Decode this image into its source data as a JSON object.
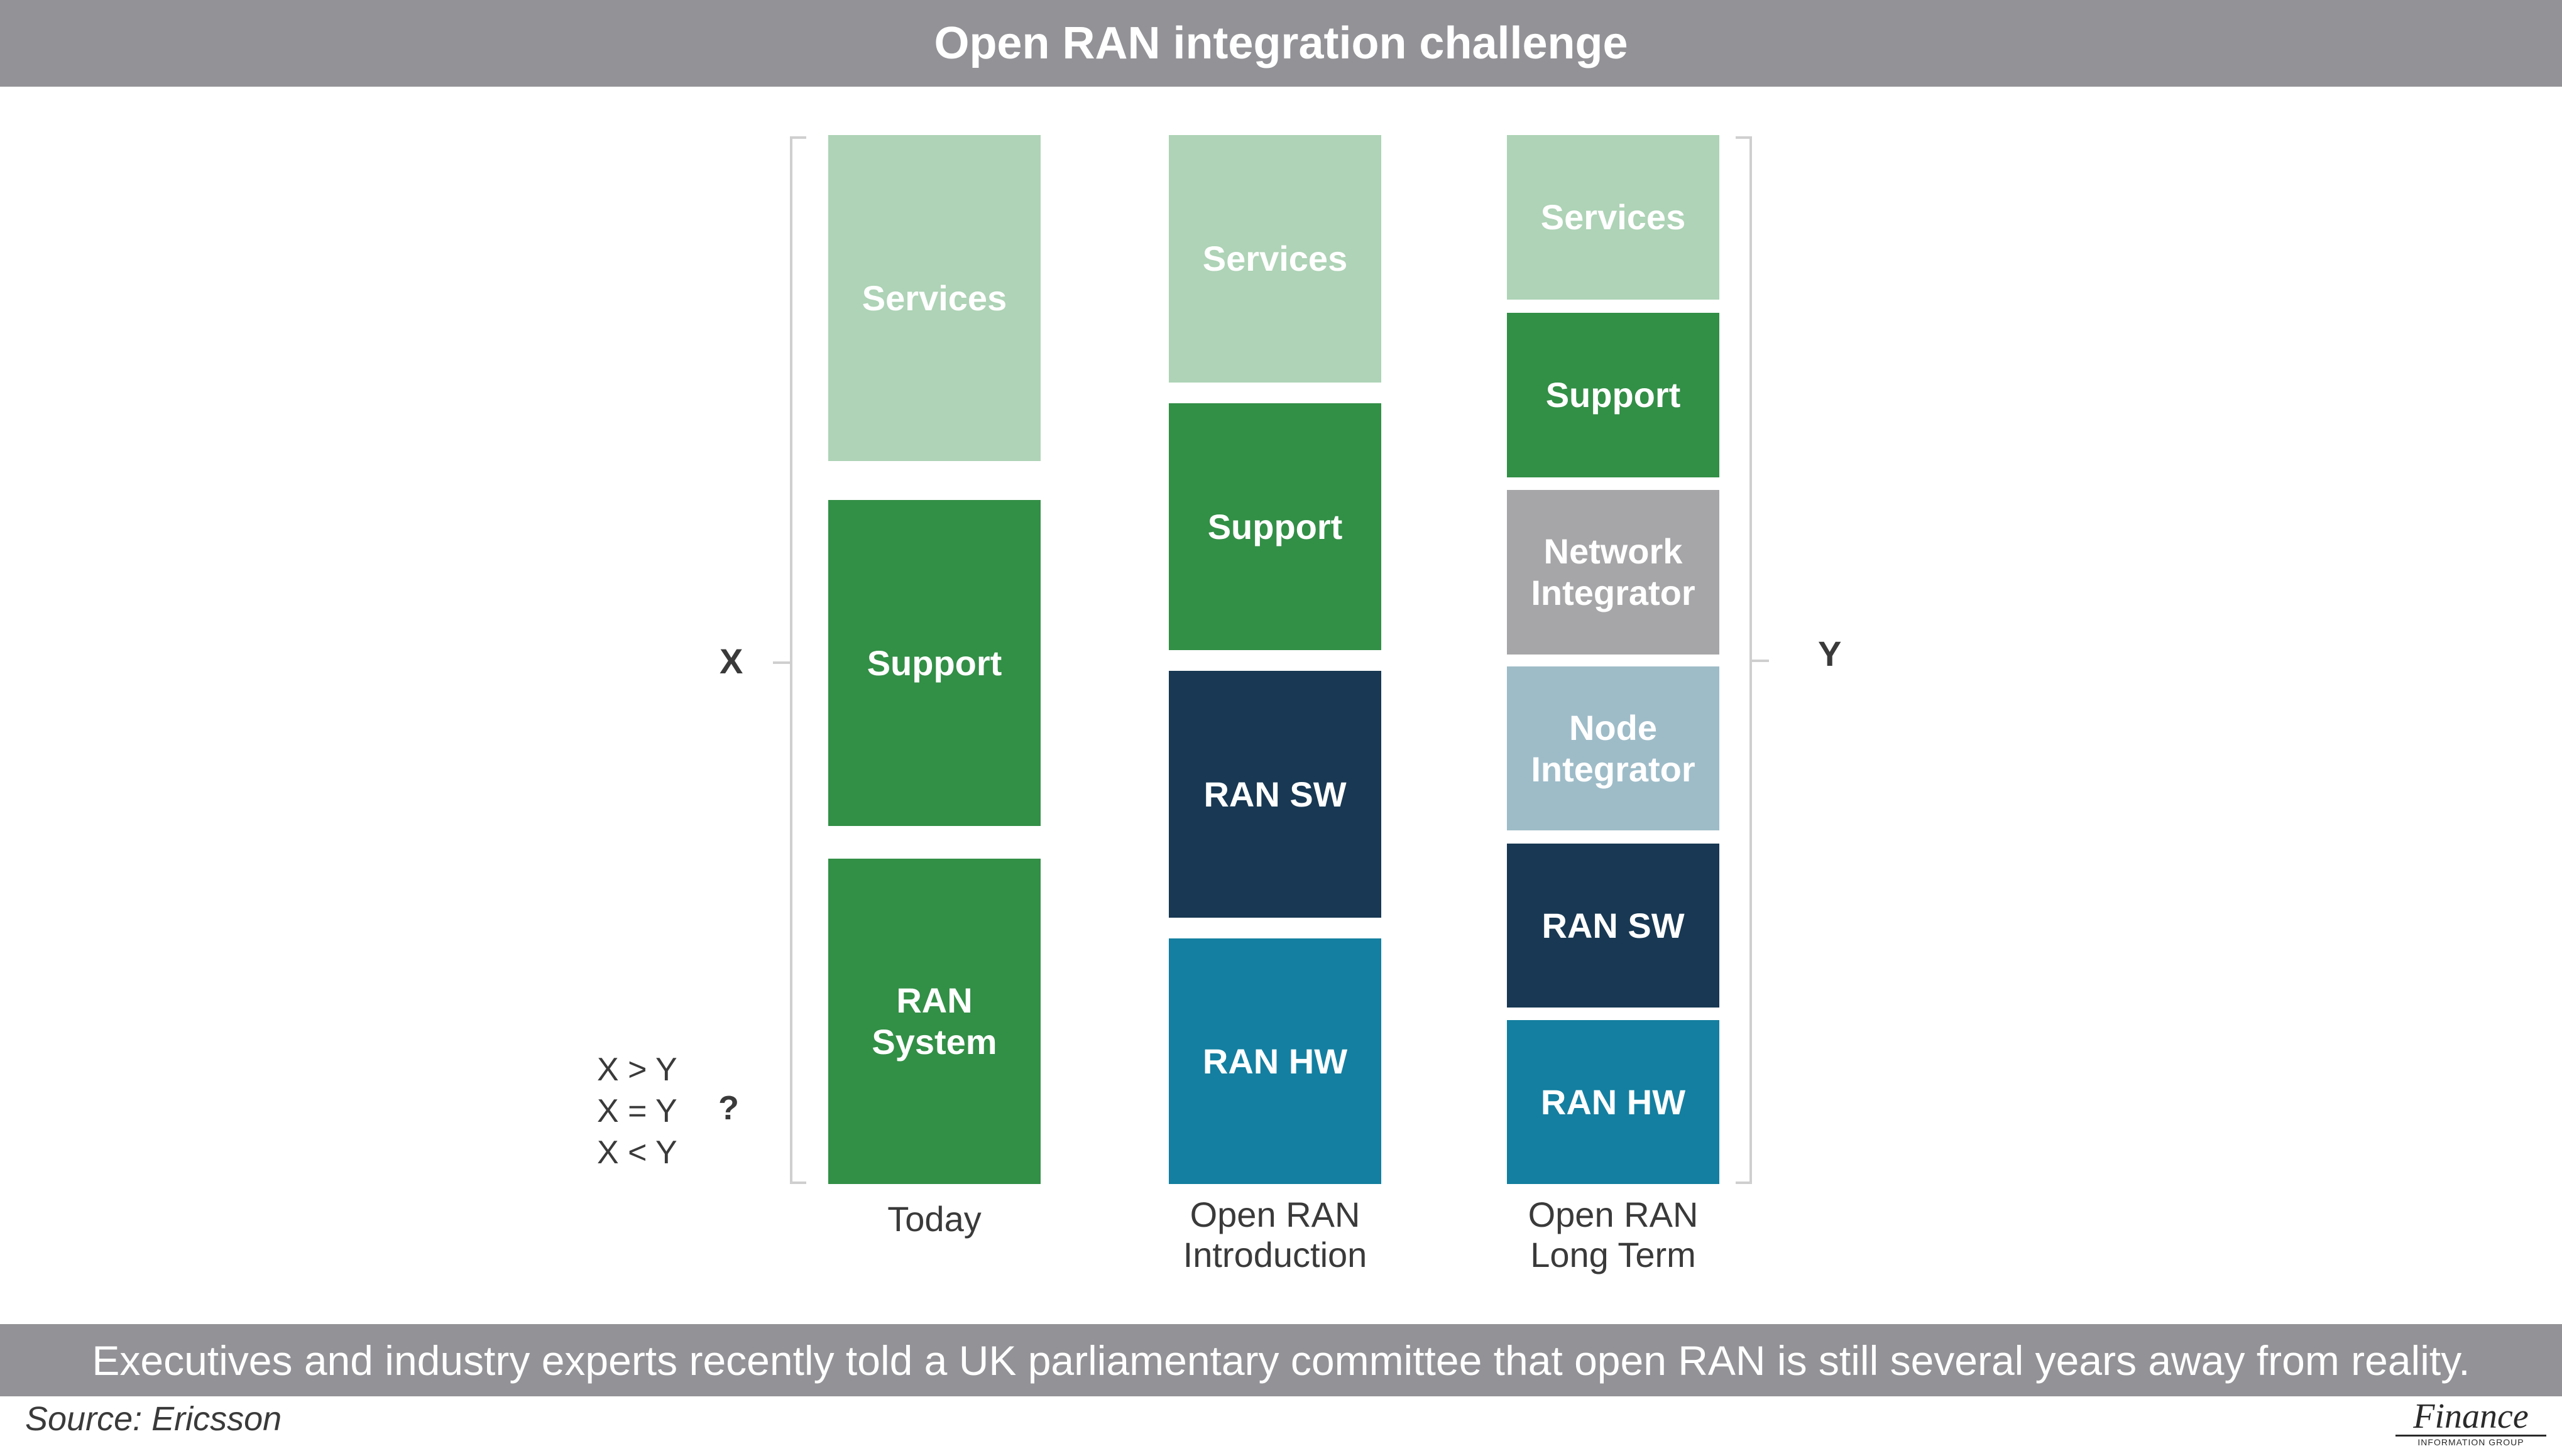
{
  "title": "Open RAN integration challenge",
  "columns": [
    {
      "label": "Today",
      "blocks": [
        {
          "label": "Services"
        },
        {
          "label": "Support"
        },
        {
          "label": "RAN\nSystem"
        }
      ]
    },
    {
      "label": "Open RAN\nIntroduction",
      "blocks": [
        {
          "label": "Services"
        },
        {
          "label": "Support"
        },
        {
          "label": "RAN SW"
        },
        {
          "label": "RAN HW"
        }
      ]
    },
    {
      "label": "Open RAN\nLong Term",
      "blocks": [
        {
          "label": "Services"
        },
        {
          "label": "Support"
        },
        {
          "label": "Network\nIntegrator"
        },
        {
          "label": "Node\nIntegrator"
        },
        {
          "label": "RAN SW"
        },
        {
          "label": "RAN HW"
        }
      ]
    }
  ],
  "left_bracket_label": "X",
  "right_bracket_label": "Y",
  "comparisons": [
    "X > Y",
    "X = Y",
    "X < Y"
  ],
  "question_mark": "?",
  "caption": "Executives and industry experts recently told a UK parliamentary committee that open RAN is still several years away from reality.",
  "source": "Source: Ericsson",
  "logo": {
    "main": "Finance",
    "sub": "INFORMATION GROUP"
  },
  "colors": {
    "services": "#aed3b6",
    "support": "#328f46",
    "ran_system": "#328f46",
    "ran_sw": "#183853",
    "ran_hw": "#147fa0",
    "network_integrator": "#a6a6a8",
    "node_integrator": "#9ebcc8",
    "banner": "#939296"
  }
}
